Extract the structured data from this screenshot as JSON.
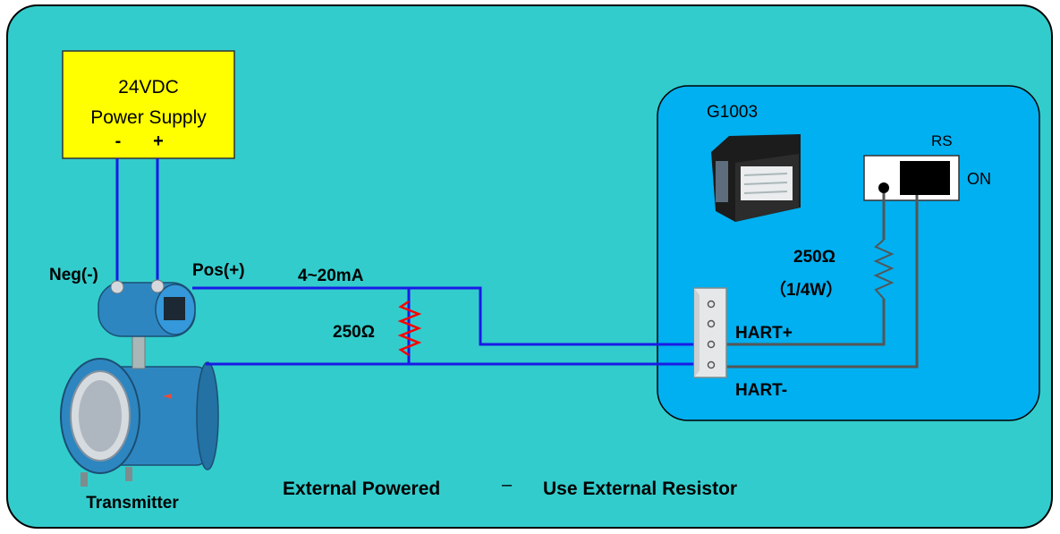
{
  "colors": {
    "background": "#33CCCC",
    "panel": "#00B0F0",
    "power_supply": "#FFFF00",
    "wire_blue": "#1A1AE6",
    "wire_gray": "#555555",
    "resistor_red": "#FF0000",
    "transmitter_body": "#2E86C1"
  },
  "power_supply": {
    "line1": "24VDC",
    "line2": "Power Supply",
    "neg_terminal": "-",
    "pos_terminal": "+"
  },
  "transmitter": {
    "neg_label": "Neg(-)",
    "pos_label": "Pos(+)",
    "name": "Transmitter"
  },
  "loop": {
    "current_label": "4~20mA",
    "resistor_label": "250Ω"
  },
  "module": {
    "title": "G1003",
    "switch_label": "RS",
    "switch_state": "ON",
    "resistor_value": "250Ω",
    "resistor_power": "（1/4W）",
    "hart_plus": "HART+",
    "hart_minus": "HART-"
  },
  "caption": {
    "left": "External Powered",
    "sep": "–",
    "right": "Use External Resistor"
  }
}
